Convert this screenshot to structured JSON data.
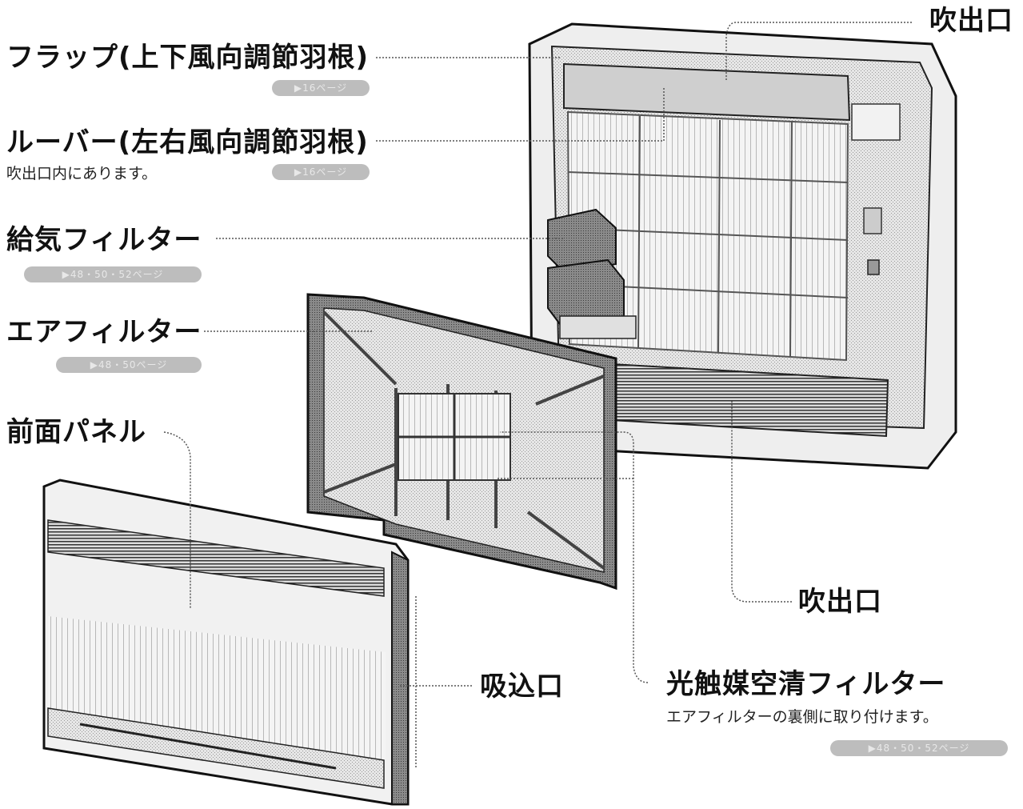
{
  "labels": {
    "flap": "フラップ(上下風向調節羽根)",
    "flap_ref": "▶16ページ",
    "louver": "ルーバー(左右風向調節羽根)",
    "louver_note": "吹出口内にあります。",
    "louver_ref": "▶16ページ",
    "supply_filter": "給気フィルター",
    "supply_filter_ref": "▶48・50・52ページ",
    "air_filter": "エアフィルター",
    "air_filter_ref": "▶48・50ページ",
    "front_panel": "前面パネル",
    "outlet_top": "吹出口",
    "outlet_bottom": "吹出口",
    "intake": "吸込口",
    "photocatalyst_filter": "光触媒空清フィルター",
    "photocatalyst_note": "エアフィルターの裏側に取り付けます。",
    "photocatalyst_ref": "▶48・50・52ページ"
  }
}
